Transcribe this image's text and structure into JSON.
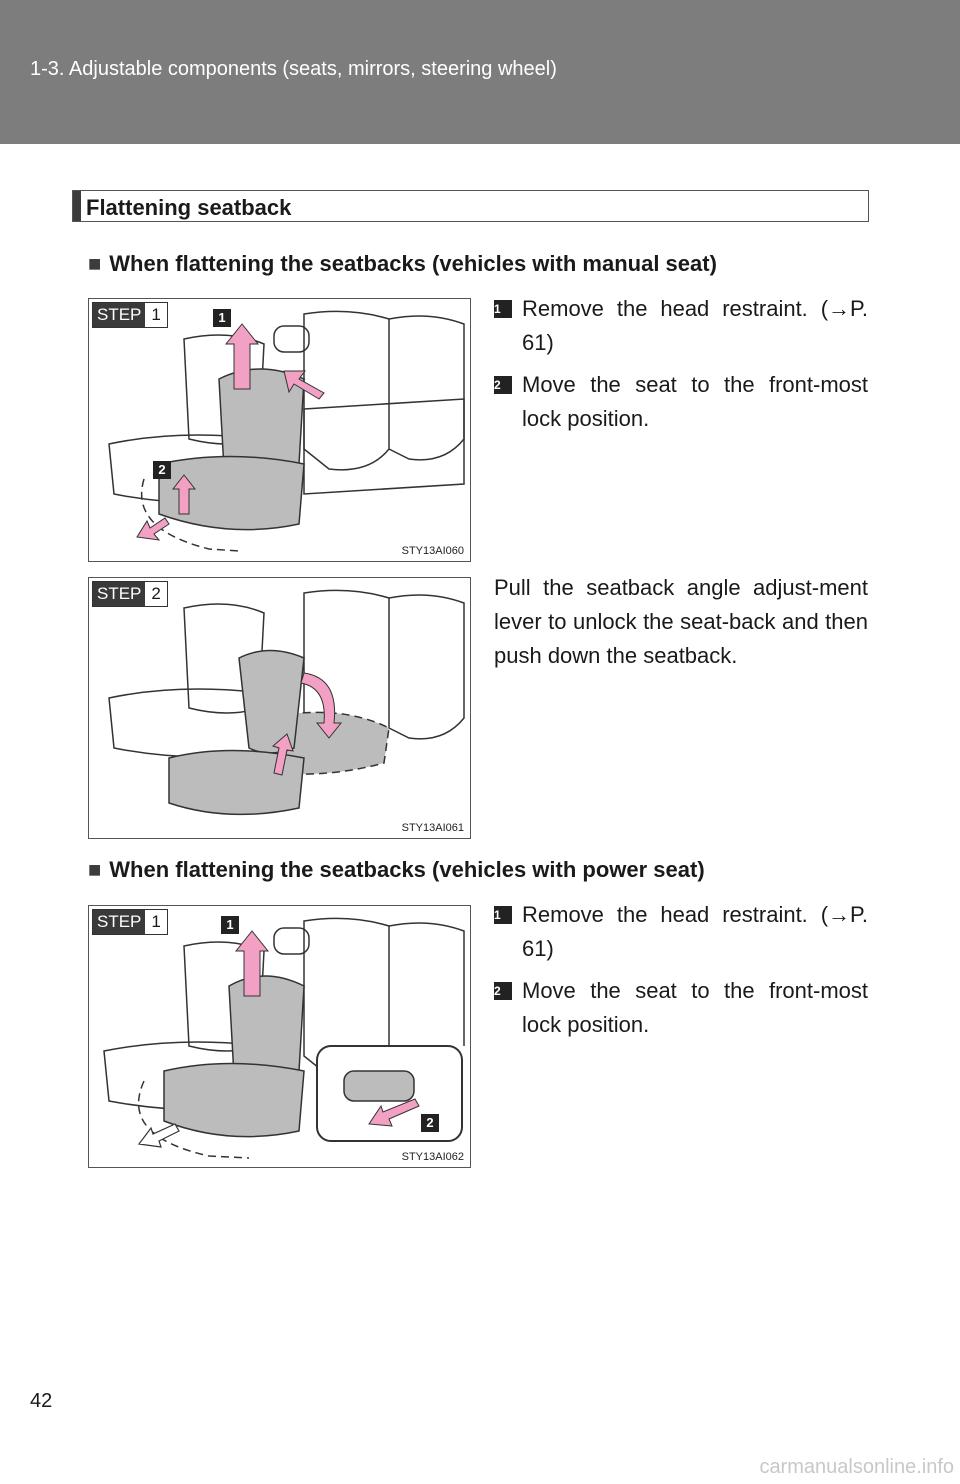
{
  "header": {
    "section": "1-3. Adjustable components (seats, mirrors, steering wheel)"
  },
  "section_title": "Flattening seatback",
  "manual": {
    "heading": "When flattening the seatbacks (vehicles with manual seat)",
    "step1": {
      "badge_word": "STEP",
      "badge_num": "1",
      "fig_code": "STY13AI060",
      "items": [
        {
          "num": "1",
          "text": "Remove the head restraint. (→P. 61)"
        },
        {
          "num": "2",
          "text": "Move the seat to the front-most lock position."
        }
      ]
    },
    "step2": {
      "badge_word": "STEP",
      "badge_num": "2",
      "fig_code": "STY13AI061",
      "text": "Pull the seatback angle adjust-ment lever to unlock the seat-back and then push down the seatback."
    }
  },
  "power": {
    "heading": "When flattening the seatbacks (vehicles with power seat)",
    "step1": {
      "badge_word": "STEP",
      "badge_num": "1",
      "fig_code": "STY13AI062",
      "items": [
        {
          "num": "1",
          "text": "Remove the head restraint. (→P. 61)"
        },
        {
          "num": "2",
          "text": "Move the seat to the front-most lock position."
        }
      ]
    }
  },
  "page_number": "42",
  "footer": "carmanualsonline.info",
  "heading_marker": "■",
  "badge_labels": {
    "one": "1",
    "two": "2"
  },
  "colors": {
    "header_bg": "#7d7d7d",
    "shade": "#bcbcbc",
    "arrow": "#f2a0c4"
  }
}
